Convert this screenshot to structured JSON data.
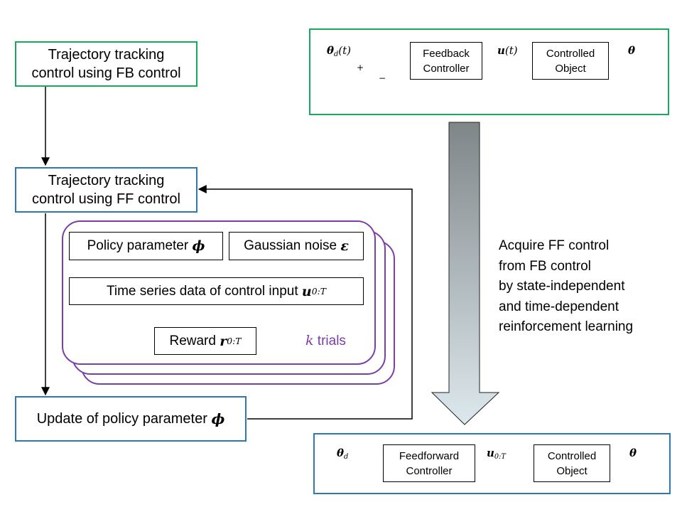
{
  "left_flow": {
    "fb_box": {
      "line1": "Trajectory tracking",
      "line2": "control using FB control"
    },
    "ff_box": {
      "line1": "Trajectory tracking",
      "line2": "control using FF control"
    },
    "update_box": {
      "text": "Update of policy parameter",
      "symbol": "ϕ"
    }
  },
  "trials_group": {
    "policy_box": {
      "text": "Policy parameter",
      "symbol": "ϕ"
    },
    "noise_box": {
      "text": "Gaussian noise",
      "symbol": "ε"
    },
    "timeseries_box": {
      "text": "Time series data of control input",
      "symbol": "u",
      "subscript": "0:T"
    },
    "reward_box": {
      "text": "Reward",
      "symbol": "r",
      "subscript": "0:T"
    },
    "trials_label": {
      "k": "k",
      "text": "trials"
    }
  },
  "fb_diagram": {
    "input": {
      "symbol": "θ",
      "subscript": "d",
      "arg": "(t)"
    },
    "plus": "+",
    "minus": "−",
    "controller": {
      "line1": "Feedback",
      "line2": "Controller"
    },
    "signal": {
      "symbol": "u",
      "arg": "(t)"
    },
    "object": {
      "line1": "Controlled",
      "line2": "Object"
    },
    "output": "θ"
  },
  "ff_diagram": {
    "input": {
      "symbol": "θ",
      "subscript": "d"
    },
    "controller": {
      "line1": "Feedforward",
      "line2": "Controller"
    },
    "signal": {
      "symbol": "u",
      "subscript": "0:T"
    },
    "object": {
      "line1": "Controlled",
      "line2": "Object"
    },
    "output": "θ"
  },
  "transition_text": {
    "lines": [
      "Acquire FF control",
      "from FB control",
      "by state-independent",
      "and time-dependent",
      "reinforcement learning"
    ]
  },
  "colors": {
    "green": "#1aa75e",
    "blue": "#2e79b5",
    "purple": "#7a3ea6",
    "arrow_top": "#7f8688",
    "arrow_bottom": "#dde8ee"
  }
}
